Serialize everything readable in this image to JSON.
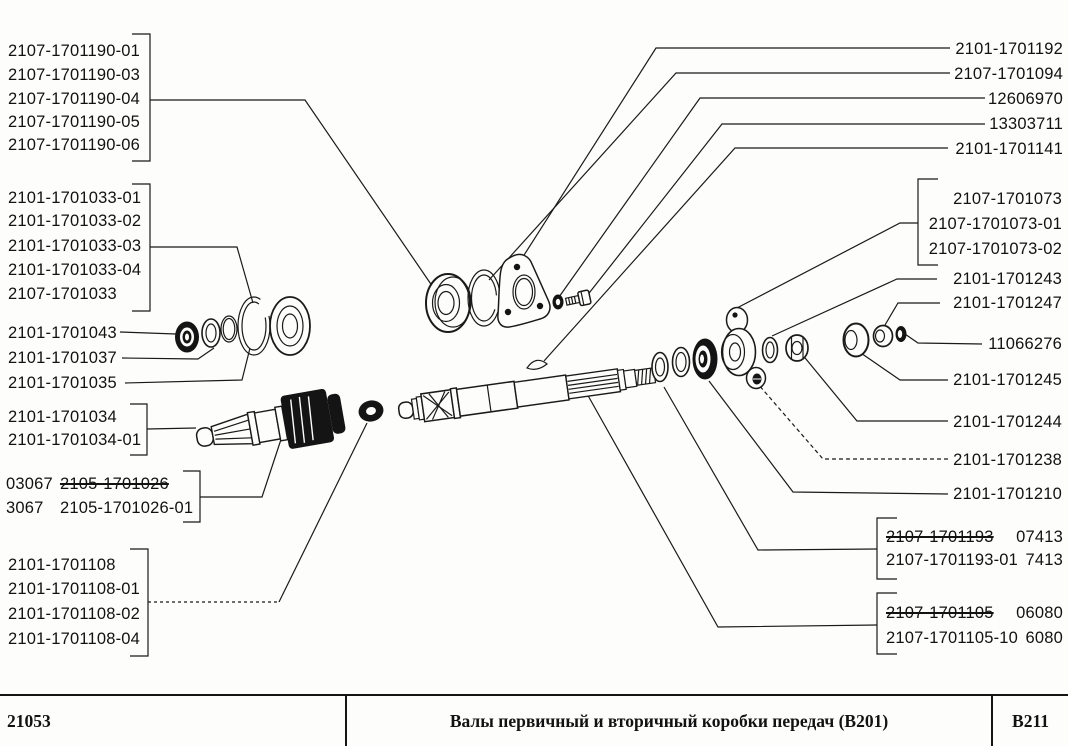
{
  "labels": {
    "left": {
      "g190": [
        "2107-1701190-01",
        "2107-1701190-03",
        "2107-1701190-04",
        "2107-1701190-05",
        "2107-1701190-06"
      ],
      "g033": [
        "2101-1701033-01",
        "2101-1701033-02",
        "2101-1701033-03",
        "2101-1701033-04",
        "2107-1701033"
      ],
      "singles": {
        "l043": "2101-1701043",
        "l037": "2101-1701037",
        "l035": "2101-1701035"
      },
      "g034": [
        "2101-1701034",
        "2101-1701034-01"
      ],
      "g026": {
        "row1_prefix": "03067",
        "row1_struck": "2105-1701026",
        "row2_prefix": "3067",
        "row2_text": "2105-1701026-01"
      },
      "g108": [
        "2101-1701108",
        "2101-1701108-01",
        "2101-1701108-02",
        "2101-1701108-04"
      ]
    },
    "right": {
      "singles": {
        "r192": "2101-1701192",
        "r094": "2107-1701094",
        "r126": "12606970",
        "r133": "13303711",
        "r141": "2101-1701141",
        "r243": "2101-1701243",
        "r247": "2101-1701247",
        "r110": "11066276",
        "r245": "2101-1701245",
        "r244": "2101-1701244",
        "r238": "2101-1701238",
        "r210": "2101-1701210"
      },
      "g073": [
        "2107-1701073",
        "2107-1701073-01",
        "2107-1701073-02"
      ],
      "g193": {
        "row1_struck": "2107-1701193",
        "row1_code": "07413",
        "row2_text": "2107-1701193-01",
        "row2_code": "7413"
      },
      "g105": {
        "row1_struck": "2107-1701105",
        "row1_code": "06080",
        "row2_text": "2107-1701105-10",
        "row2_code": "6080"
      }
    }
  },
  "footer": {
    "model": "21053",
    "title": "Валы первичный и вторичный коробки передач (В201)",
    "sheet": "В211"
  }
}
